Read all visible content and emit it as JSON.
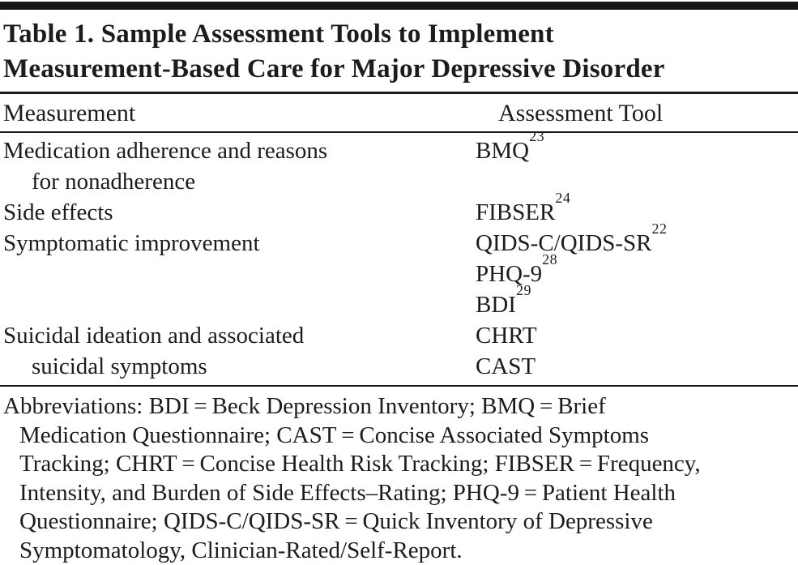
{
  "table": {
    "title_lines": [
      "Table 1. Sample Assessment Tools to Implement",
      "Measurement-Based Care for Major Depressive Disorder"
    ],
    "headers": {
      "measurement": "Measurement",
      "tool": "Assessment Tool"
    },
    "rows": [
      {
        "measurement_lines": [
          "Medication adherence and reasons",
          "for nonadherence"
        ],
        "tools": [
          {
            "name": "BMQ",
            "sup": "23"
          }
        ]
      },
      {
        "measurement_lines": [
          "Side effects"
        ],
        "tools": [
          {
            "name": "FIBSER",
            "sup": "24"
          }
        ]
      },
      {
        "measurement_lines": [
          "Symptomatic improvement"
        ],
        "tools": [
          {
            "name": "QIDS-C/QIDS-SR",
            "sup": "22"
          },
          {
            "name": "PHQ-9",
            "sup": "28"
          },
          {
            "name": "BDI",
            "sup": "29"
          }
        ]
      },
      {
        "measurement_lines": [
          "Suicidal ideation and associated",
          "suicidal symptoms"
        ],
        "tools": [
          {
            "name": "CHRT",
            "sup": ""
          },
          {
            "name": "CAST",
            "sup": ""
          }
        ]
      }
    ],
    "footnote_lines": [
      "Abbreviations: BDI = Beck Depression Inventory; BMQ = Brief",
      "Medication Questionnaire; CAST = Concise Associated Symptoms",
      "Tracking; CHRT = Concise Health Risk Tracking; FIBSER = Frequency,",
      "Intensity, and Burden of Side Effects–Rating; PHQ-9 = Patient Health",
      "Questionnaire; QIDS-C/QIDS-SR = Quick Inventory of Depressive",
      "Symptomatology, Clinician-Rated/Self-Report."
    ],
    "colors": {
      "text": "#1c1c1c",
      "rule": "#1a1a1a",
      "background": "#ffffff"
    }
  }
}
